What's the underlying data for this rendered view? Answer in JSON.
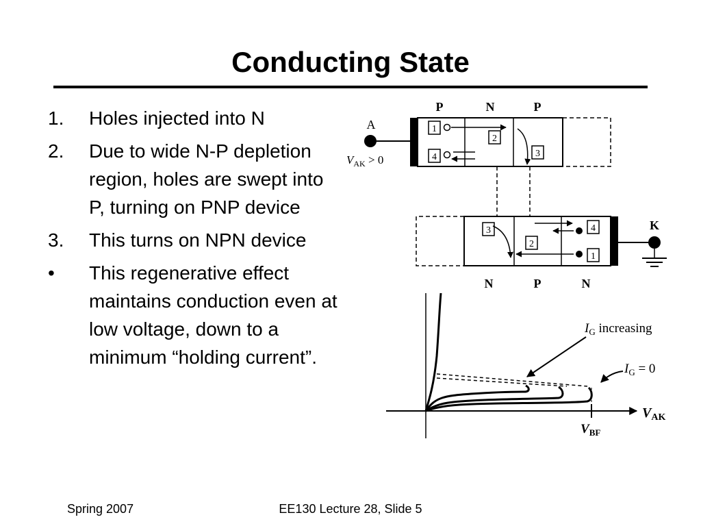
{
  "slide": {
    "title": "Conducting State",
    "bullets": [
      {
        "marker": "1.",
        "text": "Holes injected into N"
      },
      {
        "marker": "2.",
        "text": "Due to wide N-P depletion region, holes are swept into P, turning on PNP device"
      },
      {
        "marker": "3.",
        "text": "This turns on NPN device"
      },
      {
        "marker": "•",
        "text": "This regenerative effect maintains conduction even at low voltage, down to a minimum “holding current”."
      }
    ],
    "footer": {
      "left": "Spring 2007",
      "center": "EE130 Lecture 28, Slide 5"
    }
  },
  "figure": {
    "top_layers": [
      "P",
      "N",
      "P"
    ],
    "bottom_layers": [
      "N",
      "P",
      "N"
    ],
    "anode_label": "A",
    "cathode_label": "K",
    "vak_v": "V",
    "vak_sub": "AK",
    "vak_cond": " > 0",
    "top_boxes": [
      "1",
      "4",
      "2",
      "3"
    ],
    "bottom_boxes": [
      "3",
      "4",
      "2",
      "1"
    ],
    "ig_i": "I",
    "ig_sub": "G",
    "ig_increasing_text": " increasing",
    "ig_zero_text": " = 0",
    "x_axis_v": "V",
    "x_axis_sub": "AK",
    "vbf_v": "V",
    "vbf_sub": "BF"
  }
}
